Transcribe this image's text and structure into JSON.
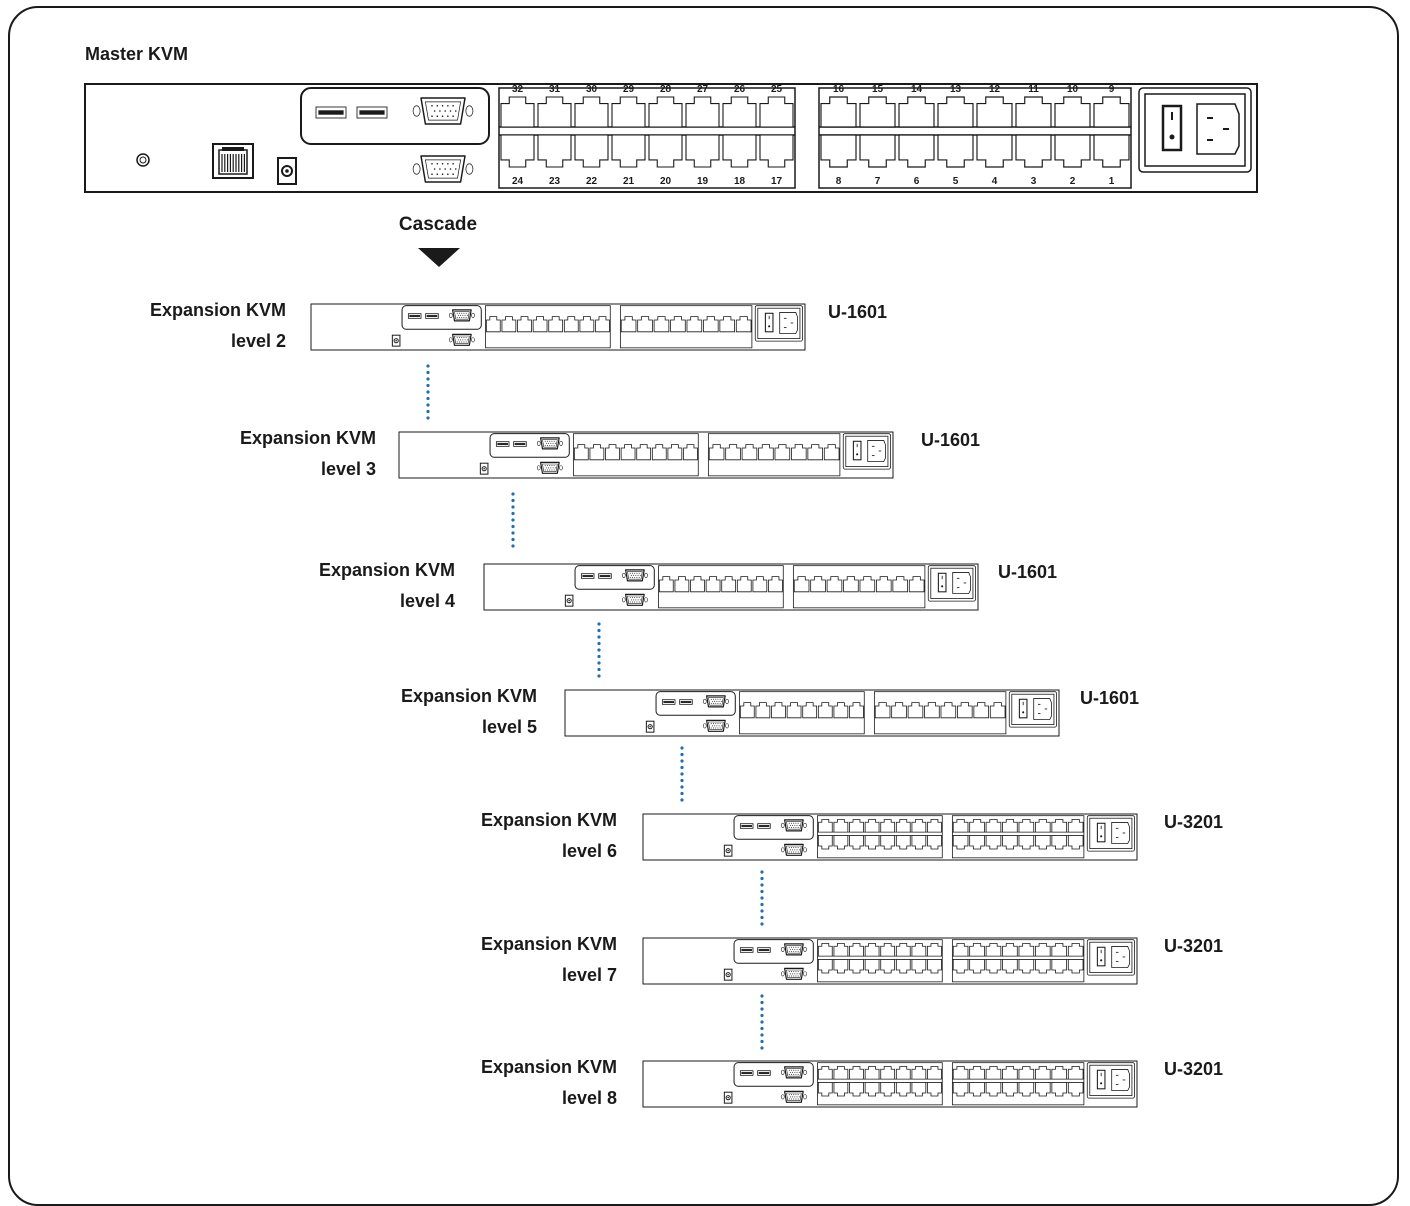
{
  "title": "Master KVM",
  "cascade_label": "Cascade",
  "master": {
    "top_port_numbers": [
      "32",
      "31",
      "30",
      "29",
      "28",
      "27",
      "26",
      "25",
      "16",
      "15",
      "14",
      "13",
      "12",
      "11",
      "10",
      "9"
    ],
    "bottom_port_numbers": [
      "24",
      "23",
      "22",
      "21",
      "20",
      "19",
      "18",
      "17",
      "8",
      "7",
      "6",
      "5",
      "4",
      "3",
      "2",
      "1"
    ],
    "switch_symbols": [
      "I",
      "O"
    ]
  },
  "expansions": [
    {
      "name": "Expansion KVM",
      "level": "level 2",
      "model": "U-1601"
    },
    {
      "name": "Expansion KVM",
      "level": "level 3",
      "model": "U-1601"
    },
    {
      "name": "Expansion KVM",
      "level": "level 4",
      "model": "U-1601"
    },
    {
      "name": "Expansion KVM",
      "level": "level 5",
      "model": "U-1601"
    },
    {
      "name": "Expansion KVM",
      "level": "level 6",
      "model": "U-3201"
    },
    {
      "name": "Expansion KVM",
      "level": "level 7",
      "model": "U-3201"
    },
    {
      "name": "Expansion KVM",
      "level": "level 8",
      "model": "U-3201"
    }
  ],
  "colors": {
    "line": "#1a1a1a",
    "connector_dots": "#1f6fb2",
    "panel_fill": "#ffffff"
  }
}
